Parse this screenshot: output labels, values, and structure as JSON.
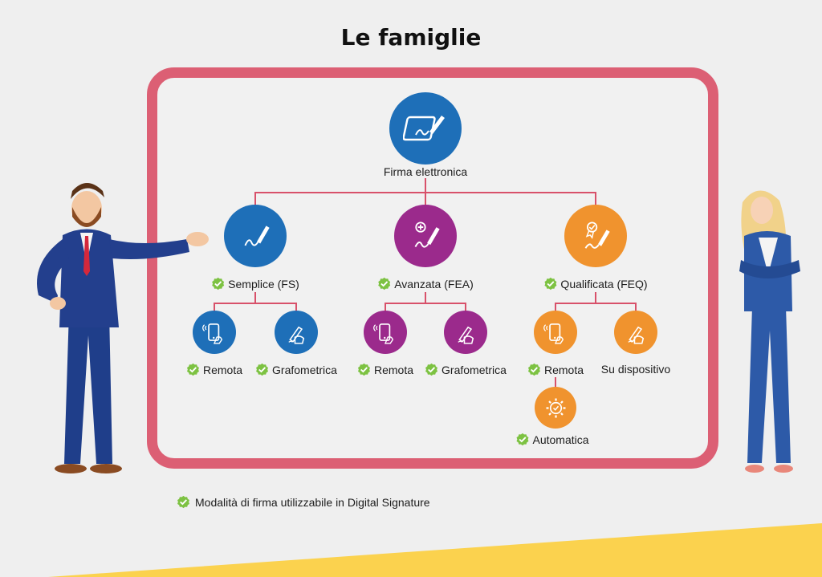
{
  "title": "Le famiglie",
  "root": {
    "label": "Firma elettronica",
    "icon": "signature-pad-icon",
    "color": "#1e6fb8"
  },
  "families": [
    {
      "label": "Semplice (FS)",
      "color": "#1e6fb8",
      "icon": "pen-signature-icon",
      "checked": true,
      "children": [
        {
          "label": "Remota",
          "icon": "smartphone-icon",
          "checked": true
        },
        {
          "label": "Grafometrica",
          "icon": "hand-pen-icon",
          "checked": true
        }
      ]
    },
    {
      "label": "Avanzata (FEA)",
      "color": "#9b2a8c",
      "icon": "pen-plus-icon",
      "checked": true,
      "children": [
        {
          "label": "Remota",
          "icon": "smartphone-icon",
          "checked": true
        },
        {
          "label": "Grafometrica",
          "icon": "hand-pen-icon",
          "checked": true
        }
      ]
    },
    {
      "label": "Qualificata (FEQ)",
      "color": "#f0932e",
      "icon": "pen-badge-icon",
      "checked": true,
      "children": [
        {
          "label": "Remota",
          "icon": "smartphone-icon",
          "checked": true
        },
        {
          "label": "Su dispositivo",
          "icon": "hand-pen-icon",
          "checked": false
        },
        {
          "label": "Automatica",
          "icon": "gear-check-icon",
          "checked": true
        }
      ]
    }
  ],
  "legend": {
    "label": "Modalità di firma utilizzabile in Digital Signature",
    "icon": "check-badge-icon"
  },
  "colors": {
    "frame": "#dc5f74",
    "connector": "#d8516a",
    "check": "#7dc242",
    "accent_band": "#fbd24e"
  }
}
